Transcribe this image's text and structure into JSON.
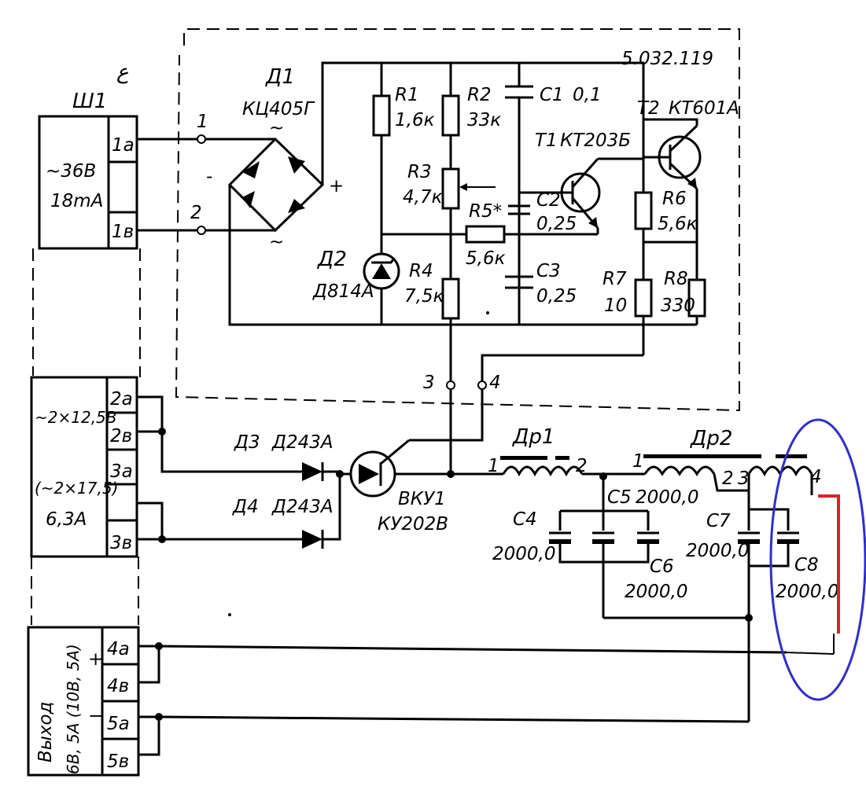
{
  "block_code": "5.032.119",
  "terminals": {
    "t1": "1",
    "t2": "2",
    "t3": "3",
    "t4": "4"
  },
  "connector": {
    "name": "Ш1",
    "pins": [
      "1а",
      "1в",
      "2а",
      "2в",
      "3а",
      "3в",
      "4а",
      "4в",
      "5а",
      "5в"
    ],
    "supply1": [
      "~36В",
      "18mA"
    ],
    "supply2": [
      "~2×12,5В",
      "(~2×17,5)",
      "6,3А"
    ],
    "output": [
      "Выход",
      "6В, 5А (10В, 5А)"
    ],
    "plus": "+",
    "minus": "−"
  },
  "components": {
    "D1": {
      "name": "Д1",
      "value": "КЦ405Г"
    },
    "D2": {
      "name": "Д2",
      "value": "Д814А"
    },
    "D3": {
      "name": "Д3",
      "value": "Д243А"
    },
    "D4": {
      "name": "Д4",
      "value": "Д243А"
    },
    "R1": {
      "name": "R1",
      "value": "1,6к"
    },
    "R2": {
      "name": "R2",
      "value": "33к"
    },
    "R3": {
      "name": "R3",
      "value": "4,7к"
    },
    "R4": {
      "name": "R4",
      "value": "7,5к"
    },
    "R5": {
      "name": "R5*",
      "value": "5,6к"
    },
    "R6": {
      "name": "R6",
      "value": "5,6к"
    },
    "R7": {
      "name": "R7",
      "value": "10"
    },
    "R8": {
      "name": "R8",
      "value": "330"
    },
    "C1": {
      "name": "C1",
      "value": "0,1"
    },
    "C2": {
      "name": "C2",
      "value": "0,25"
    },
    "C3": {
      "name": "C3",
      "value": "0,25"
    },
    "C4": {
      "name": "C4",
      "value": "2000,0"
    },
    "C5": {
      "name": "C5",
      "value": "2000,0"
    },
    "C6": {
      "name": "C6",
      "value": "2000,0"
    },
    "C7": {
      "name": "C7",
      "value": "2000,0"
    },
    "C8": {
      "name": "C8",
      "value": "2000,0"
    },
    "T1": {
      "name": "T1",
      "value": "КТ203Б"
    },
    "T2": {
      "name": "T2",
      "value": "КТ601А"
    },
    "VS1": {
      "name": "ВКУ1",
      "value": "КУ202В"
    },
    "L1": {
      "name": "Др1",
      "pin1": "1",
      "pin2": "2"
    },
    "L2": {
      "name": "Др2",
      "pin1": "1",
      "pin2": "2",
      "pin3": "3",
      "pin4": "4"
    }
  },
  "bridge_marks": {
    "tilde": "~",
    "plus": "+",
    "minus": "-"
  },
  "annotation": {
    "ellipse_color": "#2f2fc8",
    "line_color": "#e0202a"
  }
}
